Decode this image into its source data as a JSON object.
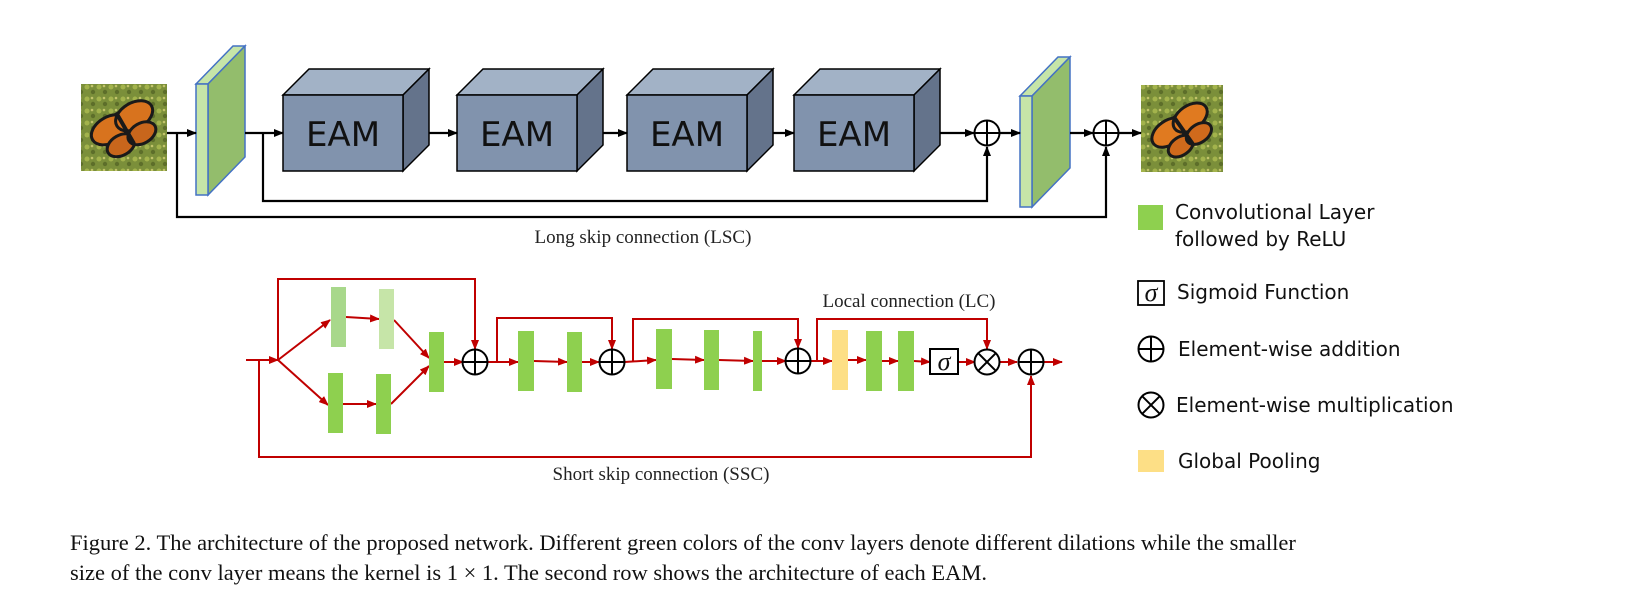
{
  "top_row": {
    "blocks": [
      "EAM",
      "EAM",
      "EAM",
      "EAM"
    ],
    "lsc_label": "Long skip connection (LSC)"
  },
  "bottom_row": {
    "lc_label": "Local connection (LC)",
    "ssc_label": "Short skip connection (SSC)",
    "sigma_symbol": "σ"
  },
  "legend": {
    "conv_line1": "Convolutional Layer",
    "conv_line2": "followed by ReLU",
    "sigmoid": "Sigmoid Function",
    "sigmoid_symbol": "σ",
    "addition": "Element-wise addition",
    "multiplication": "Element-wise multiplication",
    "pooling": "Global Pooling"
  },
  "caption": {
    "line1": "Figure 2. The architecture of the proposed network. Different green colors of the conv layers denote different dilations while the smaller",
    "line2": "size of the conv layer means the kernel is 1 × 1. The second row shows the architecture of each EAM."
  },
  "colors": {
    "eam_front": "#8193ad",
    "eam_top": "#a2b2c6",
    "eam_side": "#64738b",
    "conv_green": "#8ed04f",
    "conv_light": "#c6e5a8",
    "conv_mid": "#a8d88b",
    "pool_yellow": "#fddf86",
    "arrow_red": "#c00000"
  }
}
